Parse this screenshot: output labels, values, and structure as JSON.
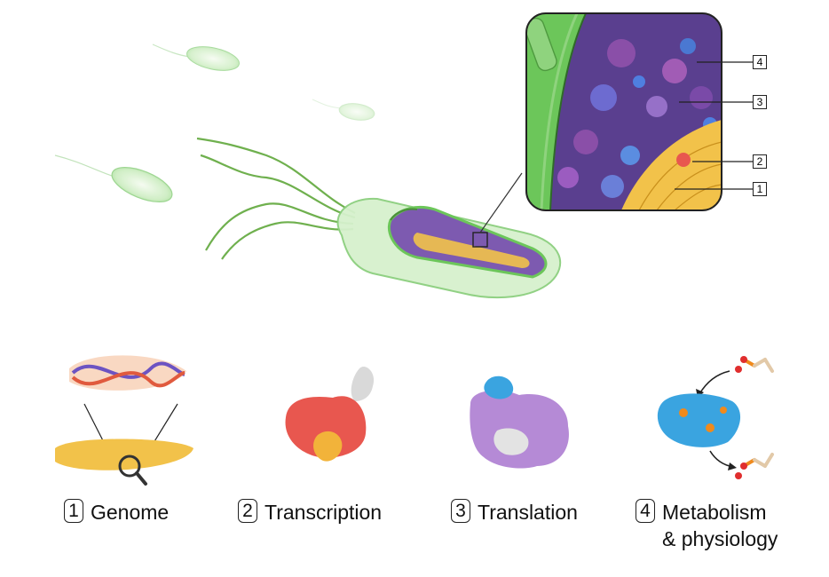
{
  "callouts": [
    "4",
    "3",
    "2",
    "1"
  ],
  "stages": [
    {
      "number": "1",
      "label": "Genome"
    },
    {
      "number": "2",
      "label": "Transcription"
    },
    {
      "number": "3",
      "label": "Translation"
    },
    {
      "number": "4",
      "label": "Metabolism",
      "label_line2": "& physiology"
    }
  ],
  "colors": {
    "cell_green": "#9bd98a",
    "membrane_green": "#6cc65a",
    "cytoplasm_purple": "#8a64b8",
    "nucleoid_yellow": "#f2c24a",
    "rnap_red": "#e8574f",
    "ribosome_purple": "#b58ad6",
    "enzyme_blue": "#3aa4e0",
    "phosphate_orange": "#f08a1c"
  },
  "icons": [
    "magnifier-icon",
    "arrow-icon"
  ]
}
